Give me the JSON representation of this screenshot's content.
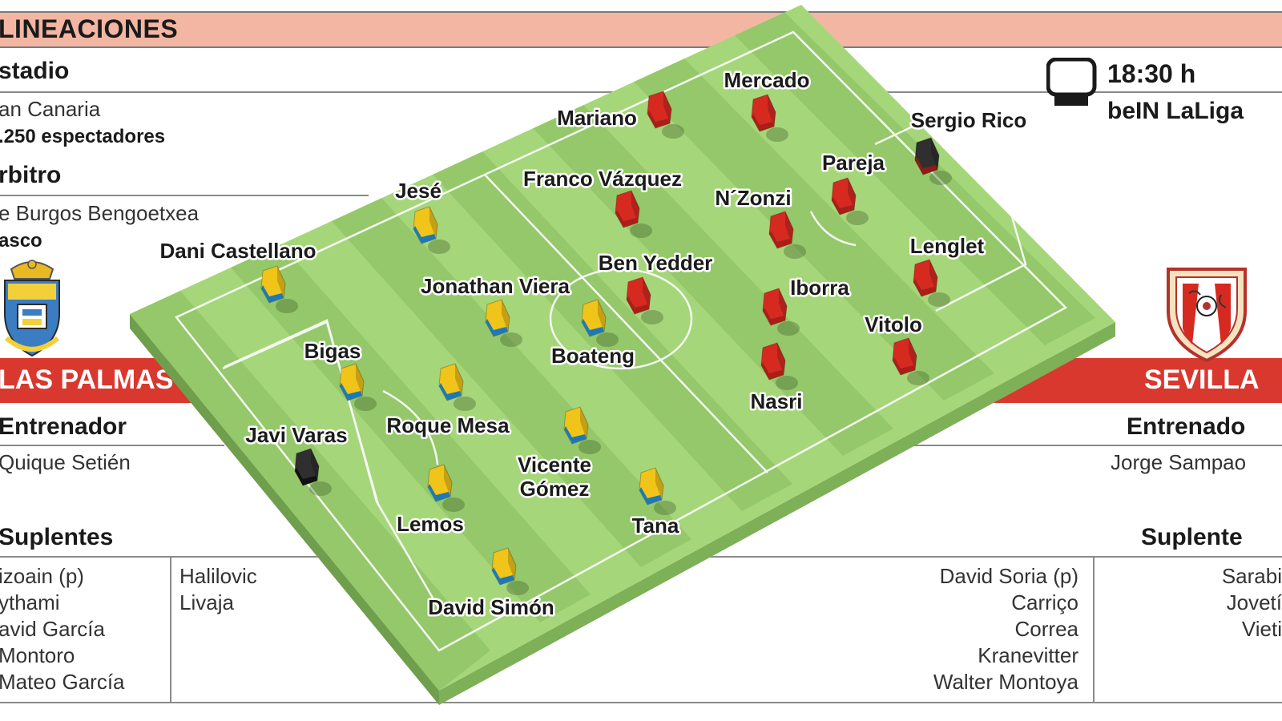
{
  "header": {
    "title": "LINEACIONES"
  },
  "match": {
    "stadium_label": "stadio",
    "stadium_name": "an Canaria",
    "attendance": ".250  espectadores",
    "referee_label": "rbitro",
    "referee_name": "e Burgos Bengoetxea",
    "referee_region": "asco",
    "time": "18:30 h",
    "channel": "beIN LaLiga"
  },
  "home": {
    "name": "LAS PALMAS",
    "coach_label": "Entrenador",
    "coach": "Quique Setién",
    "subs_label": "Suplentes",
    "subs_col1": [
      "izoain (p)",
      "ythami",
      "avid García",
      "Montoro",
      "Mateo García"
    ],
    "subs_col2": [
      "Halilovic",
      "Livaja"
    ],
    "players": [
      "Javi Varas",
      "Dani Castellano",
      "Jesé",
      "Bigas",
      "Roque Mesa",
      "Jonathan Viera",
      "Boateng",
      "Vicente Gómez",
      "Lemos",
      "Tana",
      "David Simón"
    ]
  },
  "away": {
    "name": "SEVILLA",
    "coach_label": "Entrenado",
    "coach": "Jorge Sampao",
    "subs_label": "Suplente",
    "subs_col1": [
      "David Soria (p)",
      "Carriço",
      "Correa",
      "Kranevitter",
      "Walter Montoya"
    ],
    "subs_col2": [
      "Sarabi",
      "Jovetí",
      "Vieti"
    ],
    "players": [
      "Sergio Rico",
      "Mercado",
      "Mariano",
      "Pareja",
      "Lenglet",
      "Vitolo",
      "Franco Vázquez",
      "N´Zonzi",
      "Ben Yedder",
      "Iborra",
      "Nasri"
    ]
  },
  "colors": {
    "banner": "#f2b6a3",
    "team_bar": "#d9382f",
    "pitch_light": "#a6d67a",
    "pitch_dark": "#8fc567",
    "home_shirt": "#f0c419",
    "home_shorts": "#1f78b4",
    "away_shirt": "#d62a21",
    "keeper": "#2f2f2f"
  }
}
